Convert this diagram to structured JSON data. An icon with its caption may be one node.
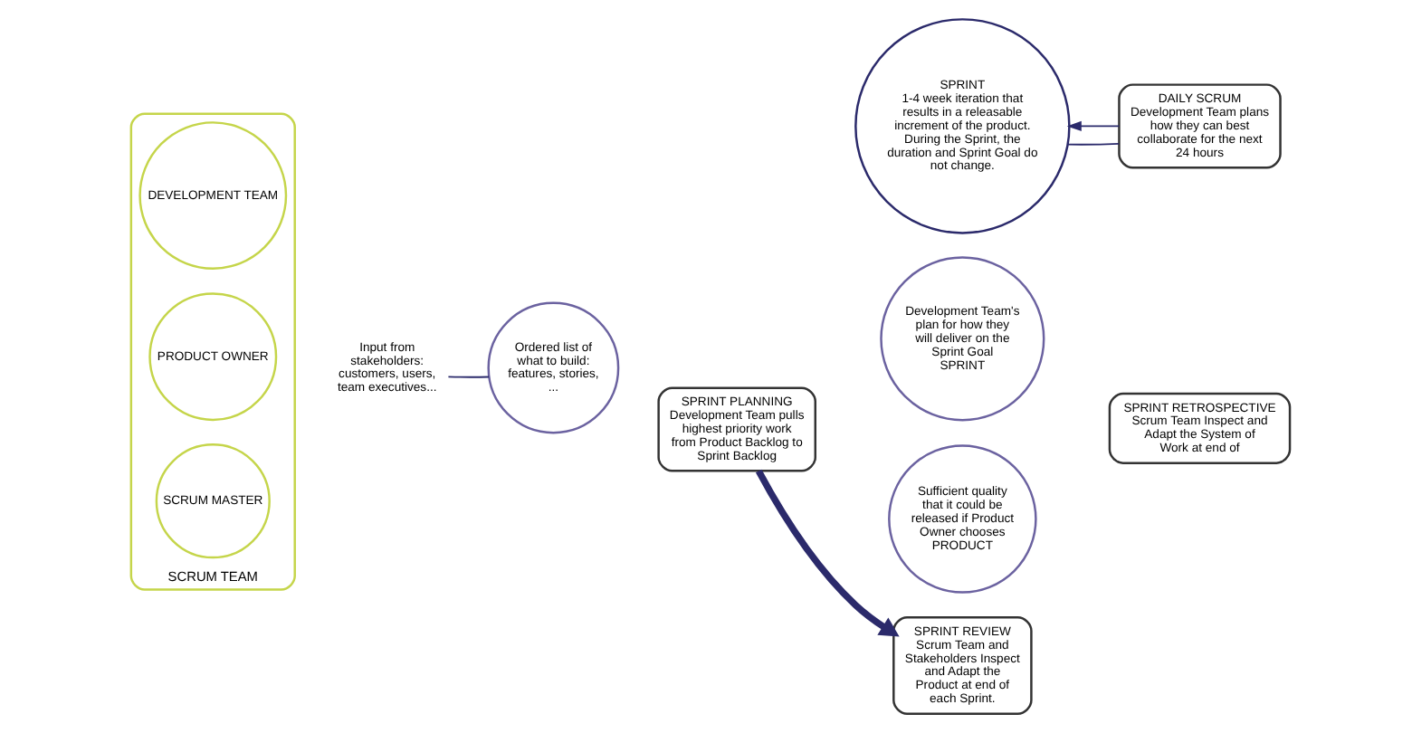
{
  "diagram": {
    "nodes": [
      {
        "text": [
          "SCRUM TEAM"
        ]
      },
      {
        "text": [
          "DEVELOPMENT TEAM"
        ],
        "in": 0
      },
      {
        "text": [
          "PRODUCT OWNER"
        ],
        "in": 0
      },
      {
        "text": [
          "SCRUM MASTER"
        ],
        "in": 0
      },
      {
        "text": [
          "Input from stakeholders: customers, users, team executives..."
        ]
      },
      {
        "text": [
          "Ordered list of what to build: features, stories, ..."
        ]
      },
      {
        "text": [
          "SPRINT PLANNING",
          "Development Team pulls highest priority work from Product Backlog to Sprint Backlog"
        ]
      },
      {
        "text": [
          "SPRINT",
          "1-4 week iteration that results in a releasable increment of the product. During the Sprint, the duration and Sprint Goal do not change."
        ]
      },
      {
        "text": [
          "DAILY SCRUM",
          "Development Team plans how they can best collaborate for the next 24 hours"
        ]
      },
      {
        "text": [
          "Development Team's plan for how they will deliver on the Sprint Goal",
          "SPRINT"
        ]
      },
      {
        "text": [
          "Sufficient quality that it could be released if Product Owner chooses",
          "PRODUCT"
        ]
      },
      {
        "text": [
          "SPRINT REVIEW",
          "Scrum Team and Stakeholders Inspect and Adapt the Product at end of each Sprint."
        ]
      },
      {
        "text": [
          "SPRINT RETROSPECTIVE",
          "Scrum Team Inspect and Adapt the System of Work at end of"
        ]
      }
    ],
    "edges": [
      {
        "from": 4,
        "to": 5,
        "arrow": "none"
      },
      {
        "from": 6,
        "to": 11,
        "arrow": "to",
        "style": "thick"
      },
      {
        "from": 7,
        "to": 8,
        "arrow": "none"
      },
      {
        "from": 8,
        "to": 7,
        "arrow": "to"
      }
    ]
  }
}
